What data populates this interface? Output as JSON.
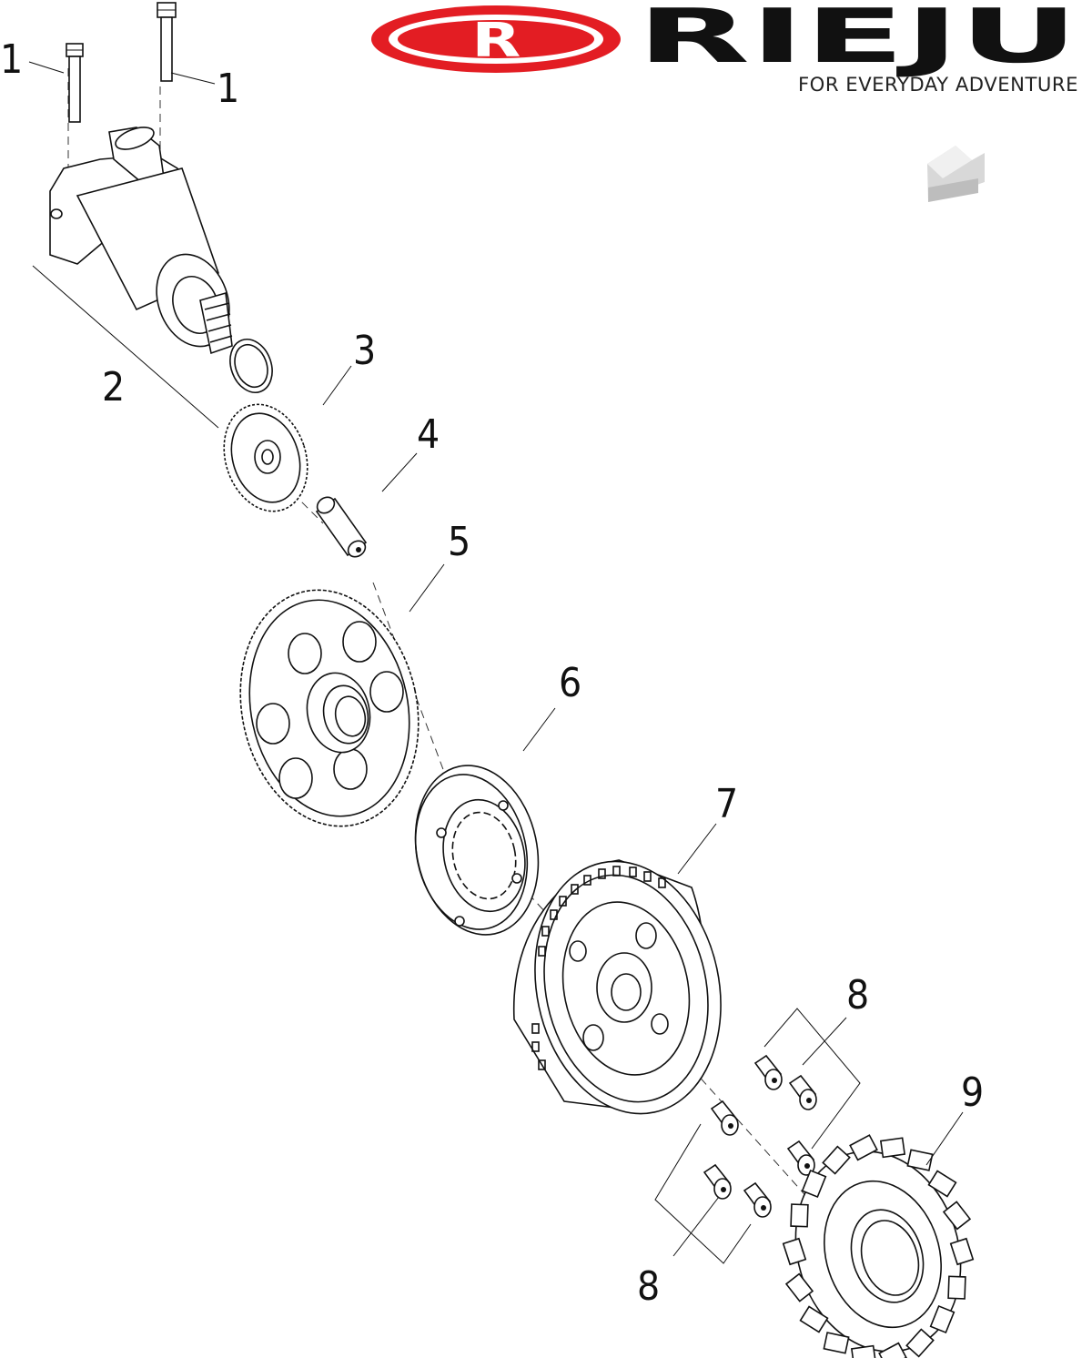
{
  "brand": {
    "logo_letter": "R",
    "name": "RIEJU",
    "tagline": "FOR EVERYDAY ADVENTURE",
    "color": "#e31d23"
  },
  "callouts": [
    "1",
    "1",
    "2",
    "3",
    "4",
    "5",
    "6",
    "7",
    "8",
    "8",
    "9"
  ],
  "nav_icon": "arrow-icon"
}
